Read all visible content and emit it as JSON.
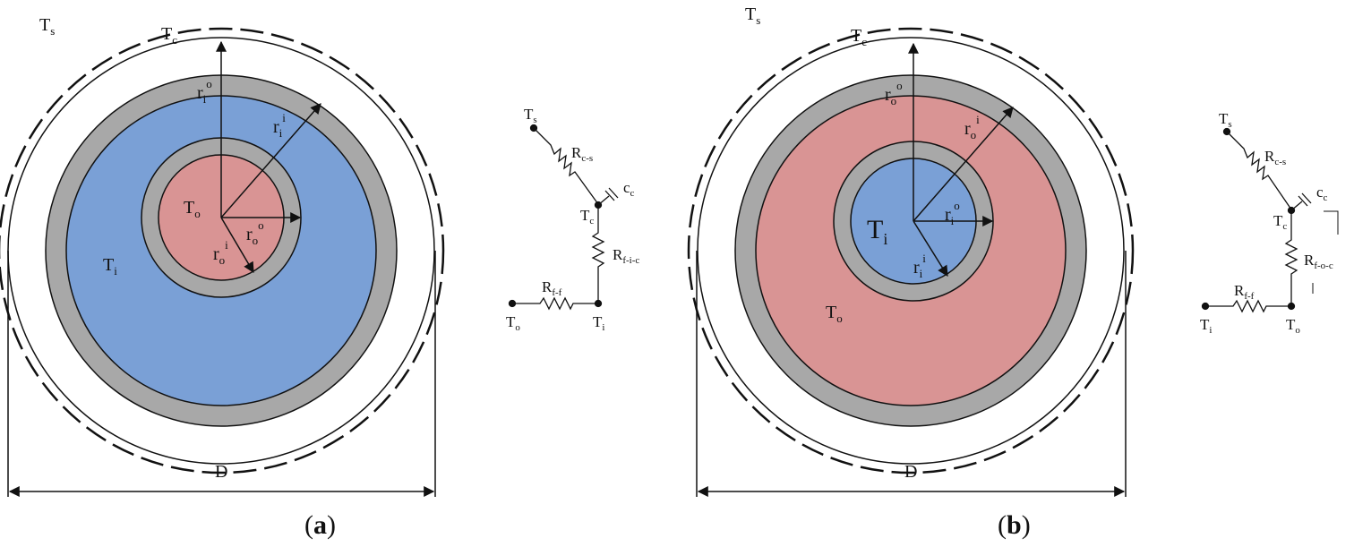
{
  "colors": {
    "inner_fluid": "#d99494",
    "outer_fluid": "#7aa0d6",
    "wall": "#a8a8a8",
    "stroke": "#111111"
  },
  "panel_a": {
    "caption_open": "(",
    "caption_letter": "a",
    "caption_close": ")",
    "T_s": {
      "base": "T",
      "sub": "s"
    },
    "T_c": {
      "base": "T",
      "sub": "c"
    },
    "T_o": {
      "base": "T",
      "sub": "o"
    },
    "T_i": {
      "base": "T",
      "sub": "i"
    },
    "r_i_o": {
      "base": "r",
      "sub": "i",
      "sup": "o"
    },
    "r_i_i": {
      "base": "r",
      "sub": "i",
      "sup": "i"
    },
    "r_o_o": {
      "base": "r",
      "sub": "o",
      "sup": "o"
    },
    "r_o_i": {
      "base": "r",
      "sub": "o",
      "sup": "i"
    },
    "D": "D",
    "circuit": {
      "T_s": {
        "base": "T",
        "sub": "s"
      },
      "R_c_s": {
        "base": "R",
        "sub": "c-s"
      },
      "c_c": {
        "base": "c",
        "sub": "c"
      },
      "T_c": {
        "base": "T",
        "sub": "c"
      },
      "R_f_c": {
        "base": "R",
        "sub": "f-i-c"
      },
      "R_f_f": {
        "base": "R",
        "sub": "f-f"
      },
      "T_left": {
        "base": "T",
        "sub": "o"
      },
      "T_right": {
        "base": "T",
        "sub": "i"
      }
    }
  },
  "panel_b": {
    "caption_open": "(",
    "caption_letter": "b",
    "caption_close": ")",
    "T_s": {
      "base": "T",
      "sub": "s"
    },
    "T_c": {
      "base": "T",
      "sub": "c"
    },
    "T_o": {
      "base": "T",
      "sub": "o"
    },
    "T_i": {
      "base": "T",
      "sub": "i"
    },
    "r_o_o": {
      "base": "r",
      "sub": "o",
      "sup": "o"
    },
    "r_o_i": {
      "base": "r",
      "sub": "o",
      "sup": "i"
    },
    "r_i_o": {
      "base": "r",
      "sub": "i",
      "sup": "o"
    },
    "r_i_i": {
      "base": "r",
      "sub": "i",
      "sup": "i"
    },
    "D": "D",
    "circuit": {
      "T_s": {
        "base": "T",
        "sub": "s"
      },
      "R_c_s": {
        "base": "R",
        "sub": "c-s"
      },
      "c_c": {
        "base": "c",
        "sub": "c"
      },
      "T_c": {
        "base": "T",
        "sub": "c"
      },
      "R_f_c": {
        "base": "R",
        "sub": "f-o-c"
      },
      "R_f_f": {
        "base": "R",
        "sub": "f-f"
      },
      "T_left": {
        "base": "T",
        "sub": "i"
      },
      "T_right": {
        "base": "T",
        "sub": "o"
      }
    }
  }
}
